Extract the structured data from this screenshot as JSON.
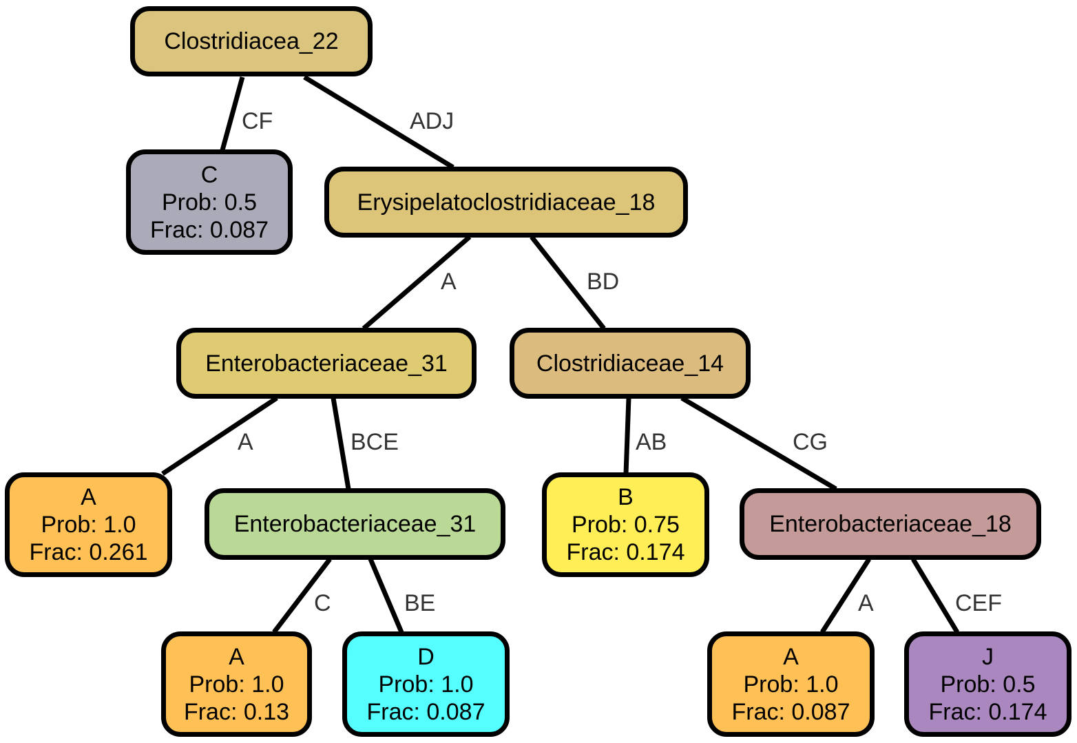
{
  "nodes": {
    "root": {
      "label": "Clostridiacea_22",
      "color": "#dac47e"
    },
    "leaf_c_root": {
      "label": "C",
      "prob": "Prob: 0.5",
      "frac": "Frac: 0.087",
      "color": "#aaaab8"
    },
    "erysipelato": {
      "label": "Erysipelatoclostridiaceae_18",
      "color": "#dcc479"
    },
    "entero31_a": {
      "label": "Enterobacteriaceae_31",
      "color": "#dfcb72"
    },
    "clostridiaceae14": {
      "label": "Clostridiaceae_14",
      "color": "#dcbc7e"
    },
    "leaf_a1": {
      "label": "A",
      "prob": "Prob: 1.0",
      "frac": "Frac: 0.261",
      "color": "#ffc155"
    },
    "entero31_b": {
      "label": "Enterobacteriaceae_31",
      "color": "#bad896"
    },
    "leaf_b": {
      "label": "B",
      "prob": "Prob: 0.75",
      "frac": "Frac: 0.174",
      "color": "#ffee55"
    },
    "entero18": {
      "label": "Enterobacteriaceae_18",
      "color": "#c59b99"
    },
    "leaf_a2": {
      "label": "A",
      "prob": "Prob: 1.0",
      "frac": "Frac: 0.13",
      "color": "#ffc155"
    },
    "leaf_d": {
      "label": "D",
      "prob": "Prob: 1.0",
      "frac": "Frac: 0.087",
      "color": "#55ffff"
    },
    "leaf_a3": {
      "label": "A",
      "prob": "Prob: 1.0",
      "frac": "Frac: 0.087",
      "color": "#ffc155"
    },
    "leaf_j": {
      "label": "J",
      "prob": "Prob: 0.5",
      "frac": "Frac: 0.174",
      "color": "#aa88bf"
    }
  },
  "edges": {
    "root_c": "CF",
    "root_erysipelato": "ADJ",
    "erysipelato_entero31a": "A",
    "erysipelato_clostridiaceae14": "BD",
    "entero31a_leafa1": "A",
    "entero31a_entero31b": "BCE",
    "clostridiaceae14_leafb": "AB",
    "clostridiaceae14_entero18": "CG",
    "entero31b_leafa2": "C",
    "entero31b_leafd": "BE",
    "entero18_leafa3": "A",
    "entero18_leafj": "CEF"
  }
}
